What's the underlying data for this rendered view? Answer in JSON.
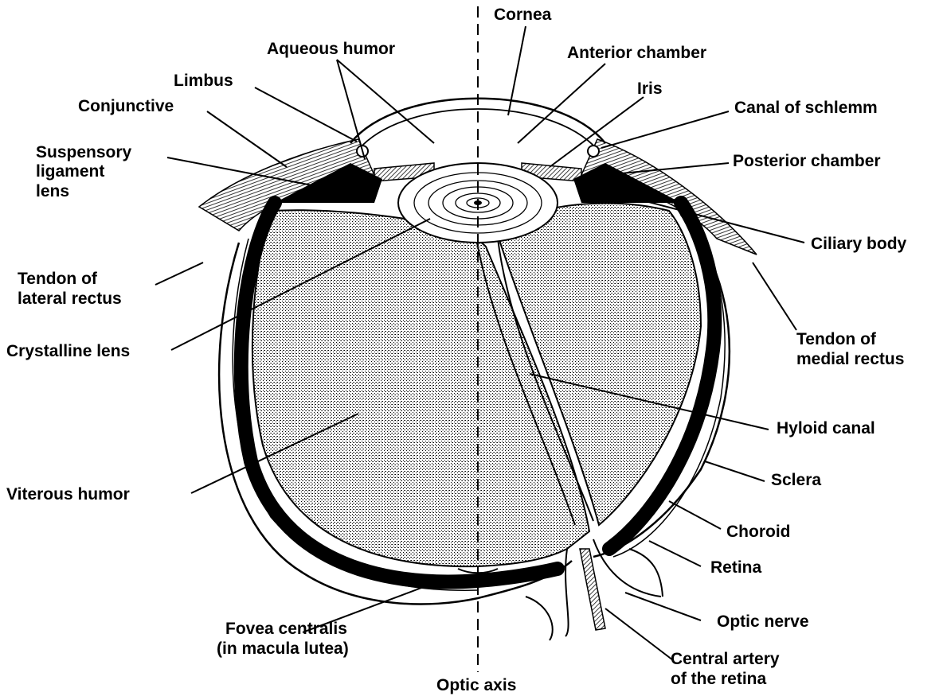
{
  "labels": {
    "cornea": "Cornea",
    "aqueous_humor": "Aqueous humor",
    "anterior_chamber": "Anterior chamber",
    "limbus": "Limbus",
    "iris": "Iris",
    "conjunctive": "Conjunctive",
    "canal_of_schlemm": "Canal of schlemm",
    "suspensory_ligament_lens": [
      "Suspensory",
      "ligament",
      "lens"
    ],
    "posterior_chamber": "Posterior chamber",
    "ciliary_body": "Ciliary body",
    "tendon_lateral_rectus": [
      "Tendon of",
      "lateral rectus"
    ],
    "crystalline_lens": "Crystalline lens",
    "tendon_medial_rectus": [
      "Tendon of",
      "medial rectus"
    ],
    "hyloid_canal": "Hyloid canal",
    "sclera": "Sclera",
    "viterous_humor": "Viterous humor",
    "choroid": "Choroid",
    "retina": "Retina",
    "optic_nerve": "Optic nerve",
    "fovea_centralis": [
      "Fovea centralis",
      "(in macula lutea)"
    ],
    "central_artery": [
      "Central artery",
      "of the retina"
    ],
    "optic_axis": "Optic axis"
  },
  "colors": {
    "ink": "#000000",
    "paper": "#ffffff",
    "humor_fill": "#d2d2d2"
  }
}
